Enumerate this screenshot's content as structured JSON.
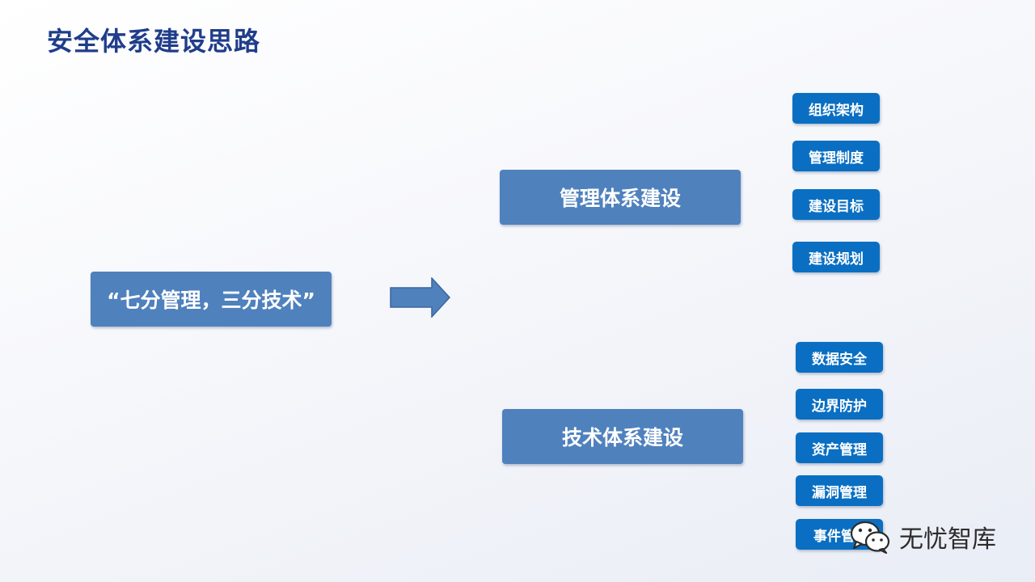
{
  "title": "安全体系建设思路",
  "left_box": "“七分管理，三分技术”",
  "management": {
    "label": "管理体系建设",
    "items": [
      "组织架构",
      "管理制度",
      "建设目标",
      "建设规划"
    ]
  },
  "technology": {
    "label": "技术体系建设",
    "items": [
      "数据安全",
      "边界防护",
      "资产管理",
      "漏洞管理",
      "事件管理"
    ]
  },
  "watermark": "无忧智库",
  "colors": {
    "title": "#1f3d8a",
    "main_box": "#4f81bd",
    "sub_box": "#0a6fc2",
    "arrow": "#4f81bd"
  }
}
